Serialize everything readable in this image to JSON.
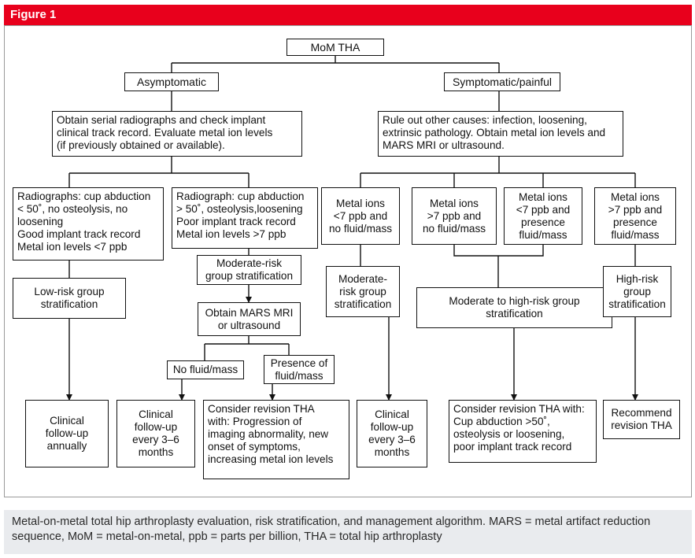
{
  "figure_label": "Figure 1",
  "caption": "Metal-on-metal total hip arthroplasty evaluation, risk stratification, and management algorithm. MARS = metal artifact reduction sequence, MoM = metal-on-metal, ppb = parts per billion, THA = total hip arthroplasty",
  "nodes": {
    "root": "MoM THA",
    "asymptomatic": "Asymptomatic",
    "symptomatic": "Symptomatic/painful",
    "asym_eval": "Obtain serial radiographs and check implant\nclinical track record. Evaluate metal ion levels\n(if previously obtained or available).",
    "sym_eval": "Rule out other causes: infection, loosening,\nextrinsic pathology. Obtain metal ion levels and\nMARS MRI or ultrasound.",
    "low_criteria": "Radiographs: cup abduction\n< 50˚, no osteolysis, no\nloosening\nGood implant track record\nMetal ion levels <7 ppb",
    "mod_criteria": "Radiograph: cup abduction\n> 50˚, osteolysis,loosening\nPoor implant track record\nMetal ion levels >7 ppb",
    "ions_lt7_nofluid": "Metal ions\n<7 ppb and\nno fluid/mass",
    "ions_gt7_nofluid": "Metal ions\n>7 ppb and\nno fluid/mass",
    "ions_lt7_fluid": "Metal ions\n<7 ppb and\npresence\nfluid/mass",
    "ions_gt7_fluid": "Metal ions\n>7 ppb and\npresence\nfluid/mass",
    "low_risk": "Low-risk group\nstratification",
    "mod_risk_left": "Moderate-risk\ngroup stratification",
    "mars_mri": "Obtain MARS MRI\nor ultrasound",
    "no_fluid": "No fluid/mass",
    "presence_fluid": "Presence of\nfluid/mass",
    "mod_risk_right": "Moderate-\nrisk group\nstratification",
    "mod_high_risk": "Moderate to high-risk group\nstratification",
    "high_risk": "High-risk\ngroup\nstratification",
    "followup_annual": "Clinical\nfollow-up\nannually",
    "followup_3_6_left": "Clinical\nfollow-up\nevery 3–6\nmonths",
    "consider_revision_left": "Consider revision THA\nwith: Progression of\nimaging abnormality, new\nonset of symptoms,\nincreasing metal ion levels",
    "followup_3_6_right": "Clinical\nfollow-up\nevery 3–6\nmonths",
    "consider_revision_right": "Consider revision THA with:\nCup abduction >50˚,\nosteolysis or loosening,\npoor implant track record",
    "recommend_revision": "Recommend\nrevision THA"
  }
}
